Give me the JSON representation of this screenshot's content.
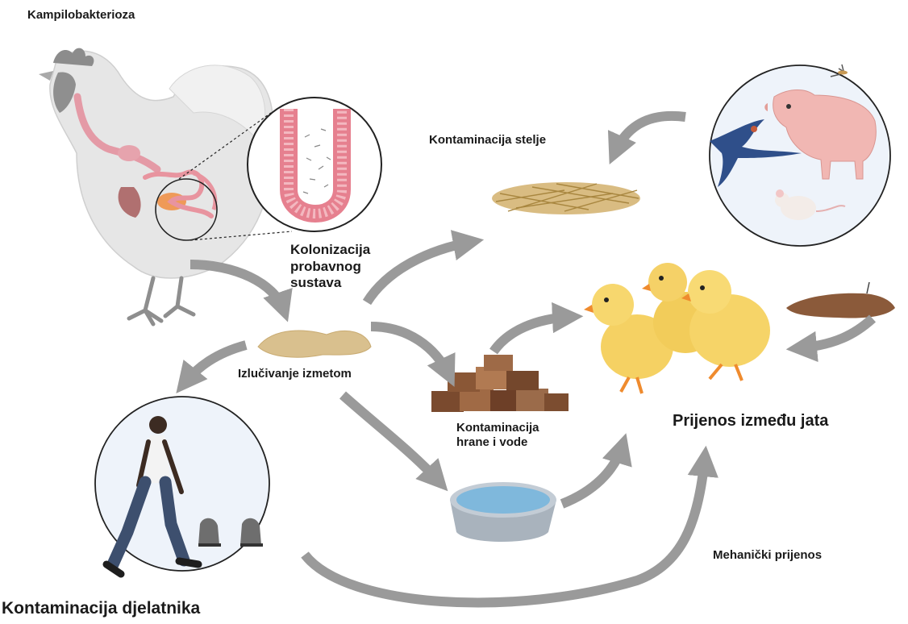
{
  "title": "Kampilobakterioza",
  "labels": {
    "colonization": [
      "Kolonizacija",
      "probavnog",
      "sustava"
    ],
    "litter": "Kontaminacija stelje",
    "feces": "Izlučivanje izmetom",
    "food_water": [
      "Kontaminacija",
      "hrane i vode"
    ],
    "between_flocks": "Prijenos između jata",
    "mechanical": "Mehanički prijenos",
    "worker": "Kontaminacija djelatnika"
  },
  "colors": {
    "arrow": "#9a9a9a",
    "circle_fill": "#eef3fa",
    "intestine": "#e88f9c",
    "chick": "#f5d163",
    "feces": "#d9c08e",
    "straw": "#c4a15e",
    "feed": "#8b5a3c",
    "water": "#7fb8dc"
  }
}
